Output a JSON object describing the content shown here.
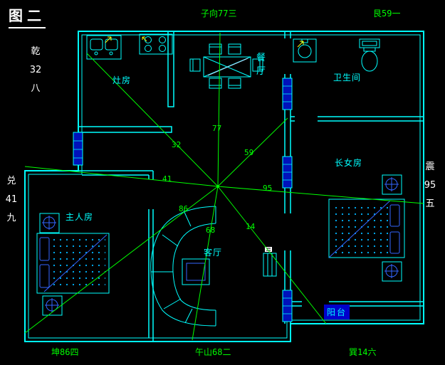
{
  "title": "图二",
  "compass": {
    "top_center": "子向77三",
    "top_right": "艮59一",
    "bottom_left": "坤86四",
    "bottom_center": "午山68二",
    "bottom_right": "巽14六",
    "left_upper": [
      "乾",
      "32",
      "八"
    ],
    "left_lower": [
      "兑",
      "41",
      "九"
    ],
    "right": [
      "震",
      "95",
      "五"
    ]
  },
  "rooms": {
    "kitchen": "灶房",
    "dining": "餐厅",
    "bathroom": "卫生间",
    "daughter_room": "长女房",
    "master_room": "主人房",
    "living_room": "客厅",
    "balcony": "阳台"
  },
  "sectors": {
    "n": "77",
    "nw": "32",
    "ne": "59",
    "w": "41",
    "e": "95",
    "sw": "86",
    "s": "68",
    "se": "14"
  },
  "colors": {
    "background": "#000000",
    "walls": "#00ffff",
    "sector_lines": "#00ff00",
    "side_text": "#ffffff",
    "furniture_accent": "#3366ff",
    "highlight": "#ffff00",
    "balcony_highlight_bg": "#0000cc"
  }
}
